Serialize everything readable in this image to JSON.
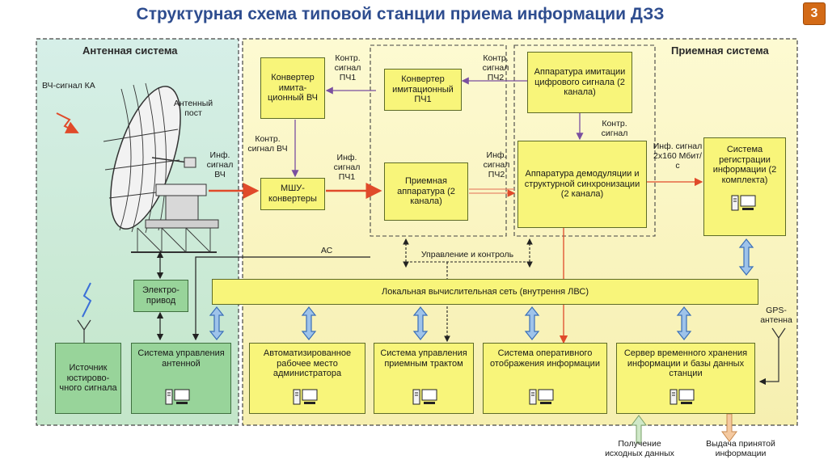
{
  "title": "Структурная схема типовой станции приема  информации ДЗЗ",
  "page_number": "3",
  "panels": {
    "antenna_system": "Антенная система",
    "receiving_system": "Приемная система"
  },
  "blocks": {
    "converter_rf": "Конвертер имита-ционный ВЧ",
    "converter_if1": "Конвертер имитационный ПЧ1",
    "digital_imitation": "Аппаратура имитации цифрового сигнала (2 канала)",
    "lna_converters": "МШУ-конвертеры",
    "receiving_equipment": "Приемная аппаратура (2 канала)",
    "demodulation": "Аппаратура демодуляции и структурной синхронизации (2 канала)",
    "registration": "Система регистрации информации (2 комплекта)",
    "electric_drive": "Электро-привод",
    "lan": "Локальная вычислительная сеть (внутрення ЛВС)",
    "calibration_source": "Источник юстирово-чного сигнала",
    "antenna_control": "Система управления антенной",
    "admin_workstation": "Автоматизированное рабочее место администратора",
    "receive_path_control": "Система управления приемным трактом",
    "display": "Система оперативного отображения информации",
    "server": "Сервер временного хранения информации и базы данных станции"
  },
  "labels": {
    "rf_signal_sc": "ВЧ-сигнал КА",
    "antenna_post": "Антенный пост",
    "inf_signal_rf": "Инф. сигнал ВЧ",
    "ctrl_signal_rf": "Контр. сигнал ВЧ",
    "ctrl_signal_if1_top": "Контр. сигнал ПЧ1",
    "ctrl_signal_if2": "Контр. сигнал ПЧ2",
    "inf_signal_if1": "Инф. сигнал ПЧ1",
    "inf_signal_if2": "Инф. сигнал ПЧ2",
    "ctrl_signal": "Контр. сигнал",
    "inf_signal_rate": "Инф. сигнал 2х160 Мбит/с",
    "ac": "АС",
    "control_and_monitoring": "Управление и контроль",
    "gps_antenna": "GPS-антенна",
    "source_data": "Получение исходных данных",
    "output_data": "Выдача принятой информации"
  }
}
